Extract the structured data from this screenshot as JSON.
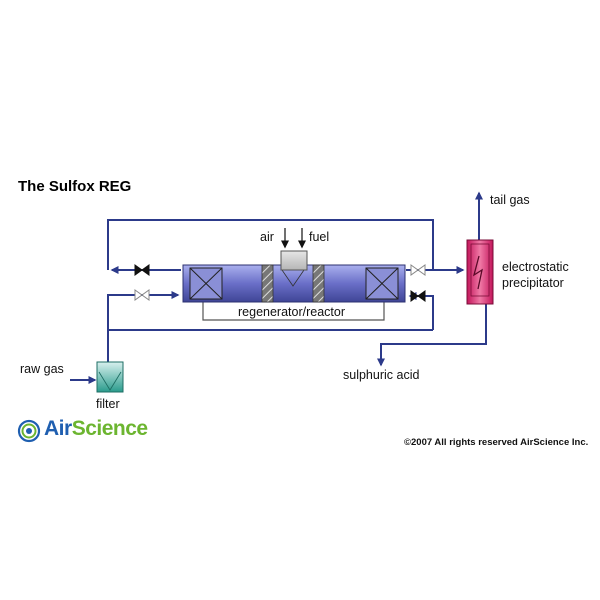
{
  "title": "The Sulfox REG",
  "labels": {
    "air": "air",
    "fuel": "fuel",
    "tail_gas": "tail gas",
    "esp_line1": "electrostatic",
    "esp_line2": "precipitator",
    "regenerator": "regenerator/reactor",
    "raw_gas": "raw gas",
    "filter": "filter",
    "sulphuric_acid": "sulphuric acid"
  },
  "logo": {
    "part1": "Air",
    "part2": "Science"
  },
  "copyright": "©2007 All rights reserved AirScience Inc.",
  "colors": {
    "flow_line": "#2c3a8a",
    "reactor_fill": "#6a6fc8",
    "esp_fill": "#e0457f",
    "filter_fill": "#39a79a",
    "logo_blue": "#1f5fb0",
    "logo_green": "#6cb530"
  }
}
